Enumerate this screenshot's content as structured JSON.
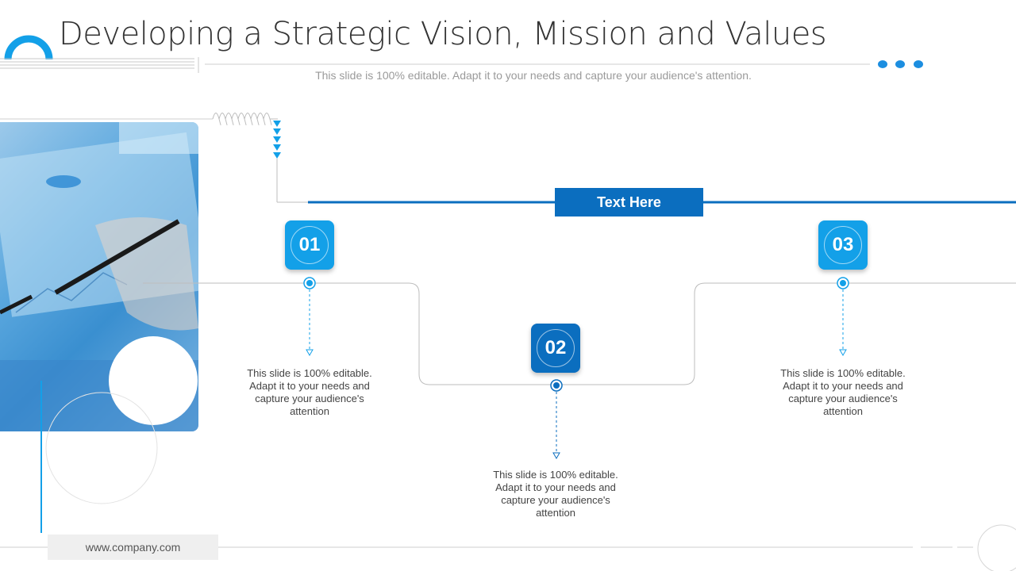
{
  "title": "Developing a Strategic Vision, Mission and Values",
  "subtitle": "This slide is 100% editable. Adapt it to your needs and capture your audience's attention.",
  "header_label": "Text Here",
  "steps": [
    {
      "number": "01",
      "text": "This slide is 100% editable. Adapt it to your needs and capture your audience's attention"
    },
    {
      "number": "02",
      "text": "This slide is 100% editable. Adapt it to your needs and capture your audience's attention"
    },
    {
      "number": "03",
      "text": "This slide is 100% editable. Adapt it to your needs and capture your audience's attention"
    }
  ],
  "footer": "www.company.com",
  "colors": {
    "accent": "#0b6ebf",
    "accent_light": "#13a0e8"
  }
}
